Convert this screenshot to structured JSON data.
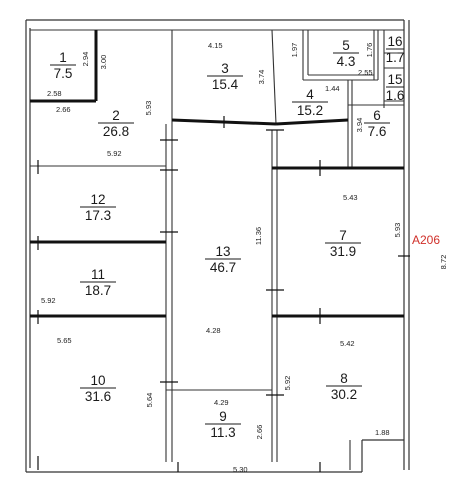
{
  "unit_label": "A206",
  "rooms": [
    {
      "num": "1",
      "area": "7.5"
    },
    {
      "num": "2",
      "area": "26.8"
    },
    {
      "num": "3",
      "area": "15.4"
    },
    {
      "num": "4",
      "area": "15.2"
    },
    {
      "num": "5",
      "area": "4.3"
    },
    {
      "num": "6",
      "area": "7.6"
    },
    {
      "num": "7",
      "area": "31.9"
    },
    {
      "num": "8",
      "area": "30.2"
    },
    {
      "num": "9",
      "area": "11.3"
    },
    {
      "num": "10",
      "area": "31.6"
    },
    {
      "num": "11",
      "area": "18.7"
    },
    {
      "num": "12",
      "area": "17.3"
    },
    {
      "num": "13",
      "area": "46.7"
    },
    {
      "num": "15",
      "area": "1.6"
    },
    {
      "num": "16",
      "area": "1.7"
    }
  ],
  "dimensions": [
    "2.94",
    "3.00",
    "2.58",
    "2.66",
    "5.93",
    "5.92",
    "4.15",
    "3.74",
    "1.97",
    "1.76",
    "2.55",
    "1.44",
    "3.94",
    "5.43",
    "5.93",
    "8.72",
    "11.36",
    "5.92",
    "4.28",
    "5.65",
    "5.64",
    "4.29",
    "2.66",
    "5.92",
    "5.42",
    "1.88",
    "5.30"
  ]
}
